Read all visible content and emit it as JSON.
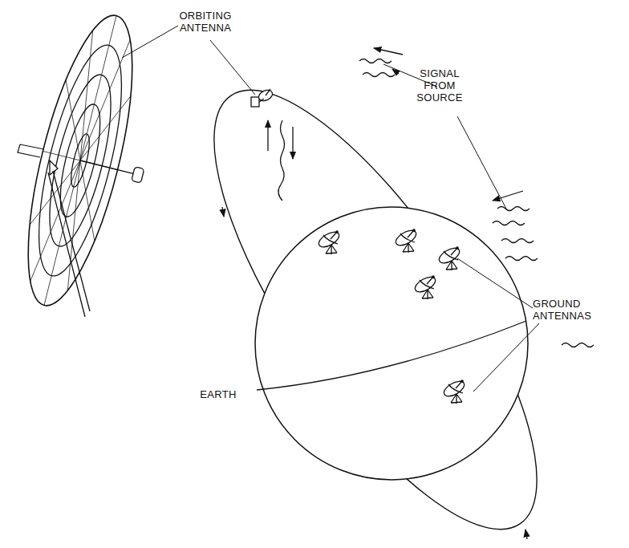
{
  "diagram": {
    "labels": [
      "ORBITING ANTENNA",
      "SIGNAL FROM SOURCE",
      "GROUND ANTENNAS",
      "EARTH"
    ]
  }
}
